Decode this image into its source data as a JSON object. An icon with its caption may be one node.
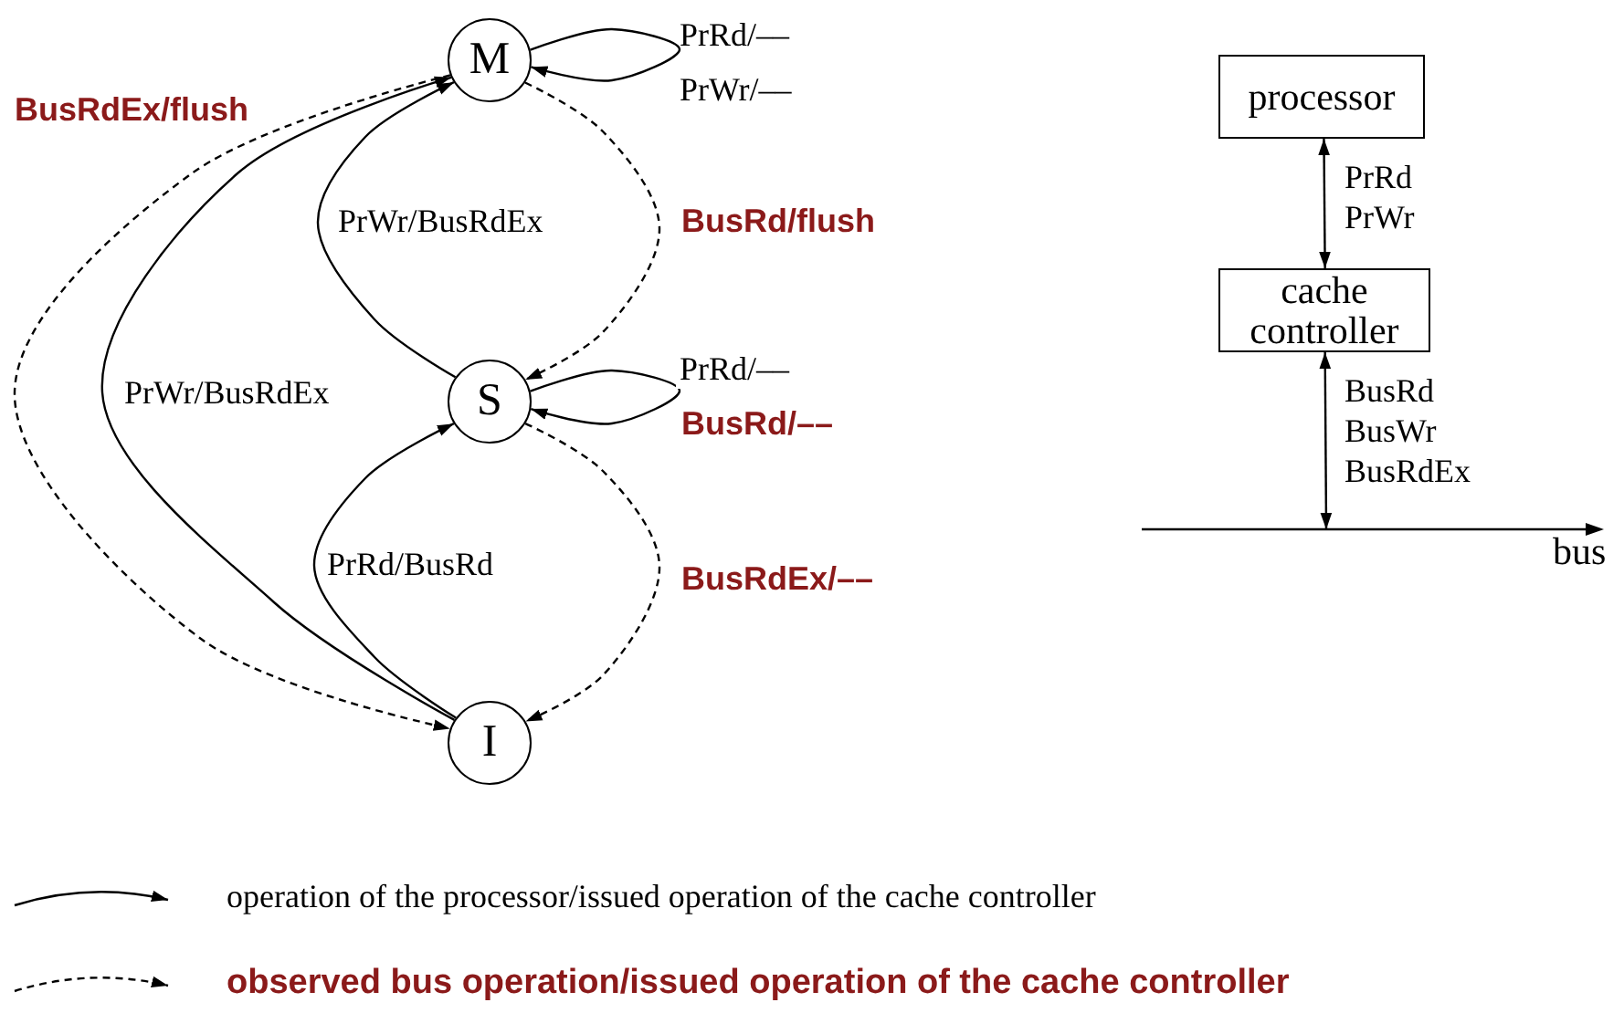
{
  "diagram": {
    "nodes": [
      {
        "text": [
          "M"
        ]
      },
      {
        "text": [
          "S"
        ]
      },
      {
        "text": [
          "I"
        ]
      },
      {
        "text": [
          "processor"
        ]
      },
      {
        "text": [
          "cache controller"
        ]
      },
      {
        "text": [],
        "shape": "bar",
        "beside": [
          "bus"
        ]
      }
    ],
    "edges": [
      {
        "from": 0,
        "to": 0,
        "arrow": "to",
        "label": "PrRd/–– PrWr/––"
      },
      {
        "from": 1,
        "to": 0,
        "arrow": "to",
        "label": "PrWr/BusRdEx"
      },
      {
        "from": 0,
        "to": 1,
        "arrow": "to",
        "label": "BusRd/flush",
        "style": "dashed"
      },
      {
        "from": 2,
        "to": 0,
        "arrow": "to",
        "label": "PrWr/BusRdEx"
      },
      {
        "from": 0,
        "to": 2,
        "arrow": "to",
        "label": "BusRdEx/flush",
        "style": "dashed"
      },
      {
        "from": 1,
        "to": 1,
        "arrow": "to",
        "label": "PrRd/––"
      },
      {
        "from": 2,
        "to": 1,
        "arrow": "to",
        "label": "PrRd/BusRd"
      },
      {
        "from": 1,
        "to": 2,
        "arrow": "to",
        "label": "BusRdEx/––",
        "style": "dashed"
      },
      {
        "from": 3,
        "to": 4,
        "arrow": "both",
        "label": "PrRd PrWr"
      },
      {
        "from": 4,
        "to": 5,
        "arrow": "both",
        "label": "BusRd BusWr BusRdEx"
      }
    ],
    "labels": [
      "BusRd/––"
    ],
    "legend": [
      {
        "text": "operation of the processor/issued operation of the cache controller"
      },
      {
        "text": "observed bus operation/issued operation of the cache controller"
      }
    ]
  }
}
